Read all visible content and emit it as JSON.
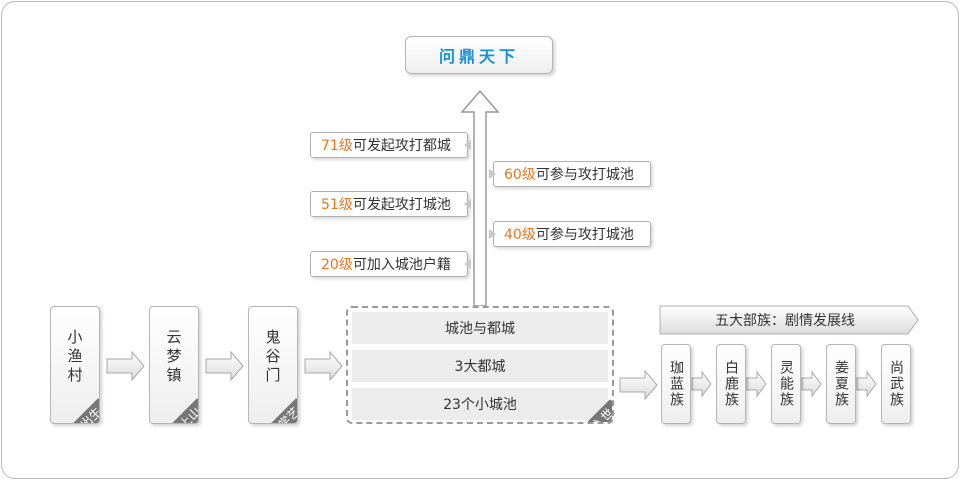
{
  "top": {
    "title": "问鼎天下"
  },
  "rules": [
    {
      "level": "71级",
      "text": "可发起攻打都城"
    },
    {
      "level": "60级",
      "text": "可参与攻打城池"
    },
    {
      "level": "51级",
      "text": "可发起攻打城池"
    },
    {
      "level": "40级",
      "text": "可参与攻打城池"
    },
    {
      "level": "20级",
      "text": "可加入城池户籍"
    }
  ],
  "stages": [
    {
      "label": "小渔村",
      "tag": "出生"
    },
    {
      "label": "云梦镇",
      "tag": "上山"
    },
    {
      "label": "鬼谷门",
      "tag": "学艺"
    }
  ],
  "cities": {
    "rows": [
      "城池与都城",
      "3大都城",
      "23个小城池"
    ],
    "tag": "入世"
  },
  "clans": {
    "header": "五大部族：剧情发展线",
    "items": [
      "珈蓝族",
      "白鹿族",
      "灵能族",
      "姜夏族",
      "尚武族"
    ]
  },
  "colors": {
    "title": "#1591d6",
    "level": "#e87722",
    "tag": "#777777"
  }
}
